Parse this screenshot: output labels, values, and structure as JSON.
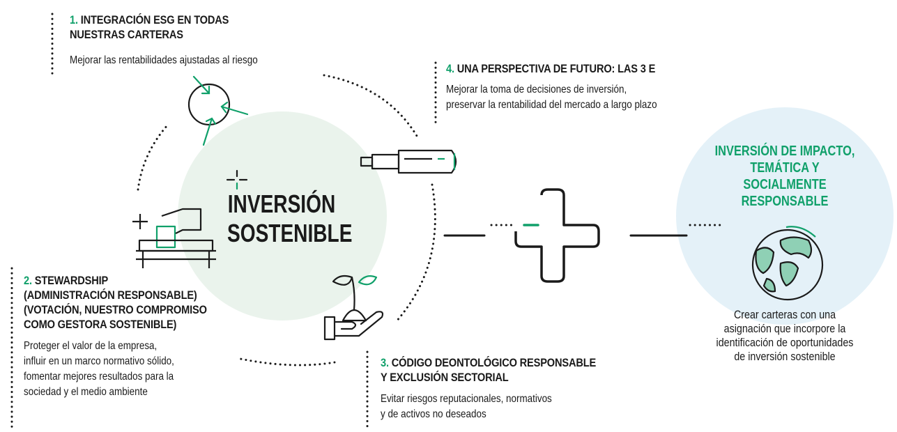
{
  "center": {
    "title_line1": "INVERSIÓN",
    "title_line2": "SOSTENIBLE"
  },
  "pillars": [
    {
      "number": "1.",
      "title_line1": "INTEGRACIÓN ESG EN TODAS",
      "title_line2": "NUESTRAS CARTERAS",
      "desc_lines": [
        "Mejorar las rentabilidades ajustadas al riesgo"
      ]
    },
    {
      "number": "2.",
      "title_line1": "STEWARDSHIP",
      "title_line2": "(ADMINISTRACIÓN RESPONSABLE)",
      "title_line3": "(VOTACIÓN, NUESTRO COMPROMISO",
      "title_line4": "COMO GESTORA SOSTENIBLE)",
      "desc_lines": [
        "Proteger el valor de la empresa,",
        "influir en un marco normativo sólido,",
        "fomentar mejores resultados para la",
        "sociedad y el medio ambiente"
      ]
    },
    {
      "number": "3.",
      "title_line1": "CÓDIGO DEONTOLÓGICO RESPONSABLE",
      "title_line2": "Y EXCLUSIÓN SECTORIAL",
      "desc_lines": [
        "Evitar riesgos reputacionales, normativos",
        "y de activos no deseados"
      ]
    },
    {
      "number": "4.",
      "title_line1": "UNA PERSPECTIVA DE FUTURO: LAS 3 E",
      "desc_lines": [
        "Mejorar la toma de decisiones de inversión,",
        "preservar la rentabilidad del mercado a largo plazo"
      ]
    }
  ],
  "impact": {
    "title_lines": [
      "INVERSIÓN DE IMPACTO,",
      "TEMÁTICA Y SOCIALMENTE",
      "RESPONSABLE"
    ],
    "desc_lines": [
      "Crear carteras con una",
      "asignación que incorpore la",
      "identificación de oportunidades",
      "de inversión sostenible"
    ]
  },
  "colors": {
    "accent_green": "#10a06a",
    "center_circle": "#eaf3ec",
    "impact_circle": "#e4f1f8",
    "globe_fill": "#8fd0b5",
    "text": "#1a1a1a"
  },
  "icons": [
    "arrows-converging-icon",
    "telescope-icon",
    "ballot-box-icon",
    "sprout-hand-icon",
    "plus-icon",
    "globe-icon"
  ]
}
